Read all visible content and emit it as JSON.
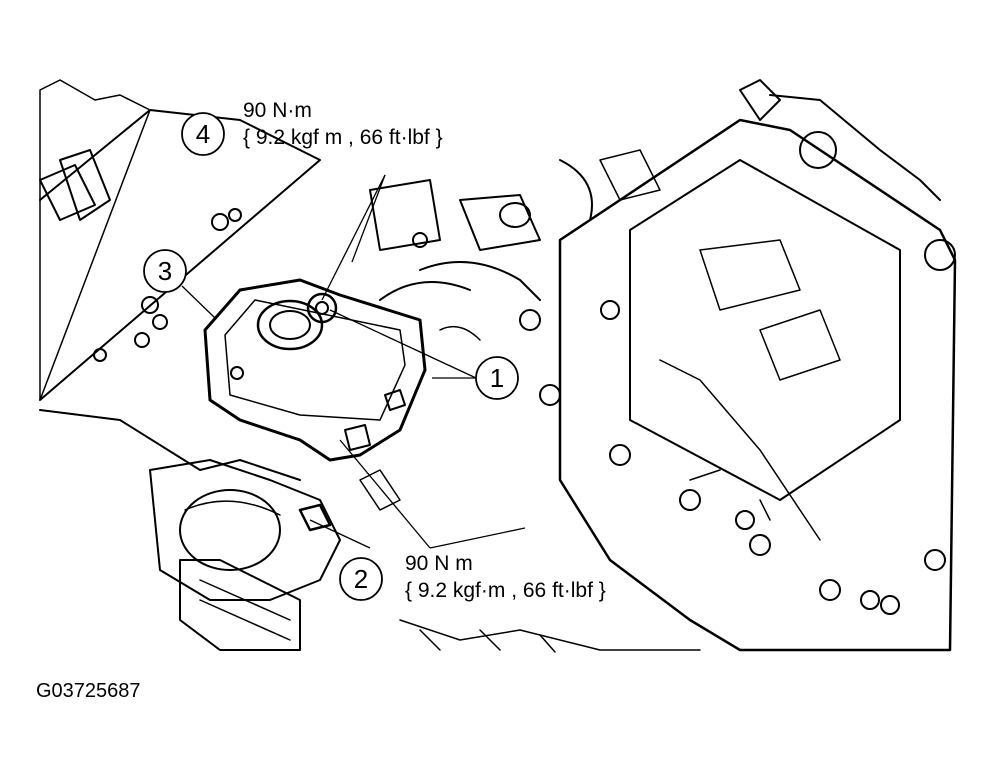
{
  "figure_id": "G03725687",
  "callouts": [
    {
      "number": "1"
    },
    {
      "number": "2",
      "torque_value": "90 N m",
      "torque_alt": "{ 9.2 kgf·m , 66 ft·lbf }"
    },
    {
      "number": "3"
    },
    {
      "number": "4",
      "torque_value": "90 N·m",
      "torque_alt": "{ 9.2 kgf m , 66 ft·lbf }"
    }
  ],
  "colors": {
    "line": "#000000",
    "background": "#ffffff"
  }
}
